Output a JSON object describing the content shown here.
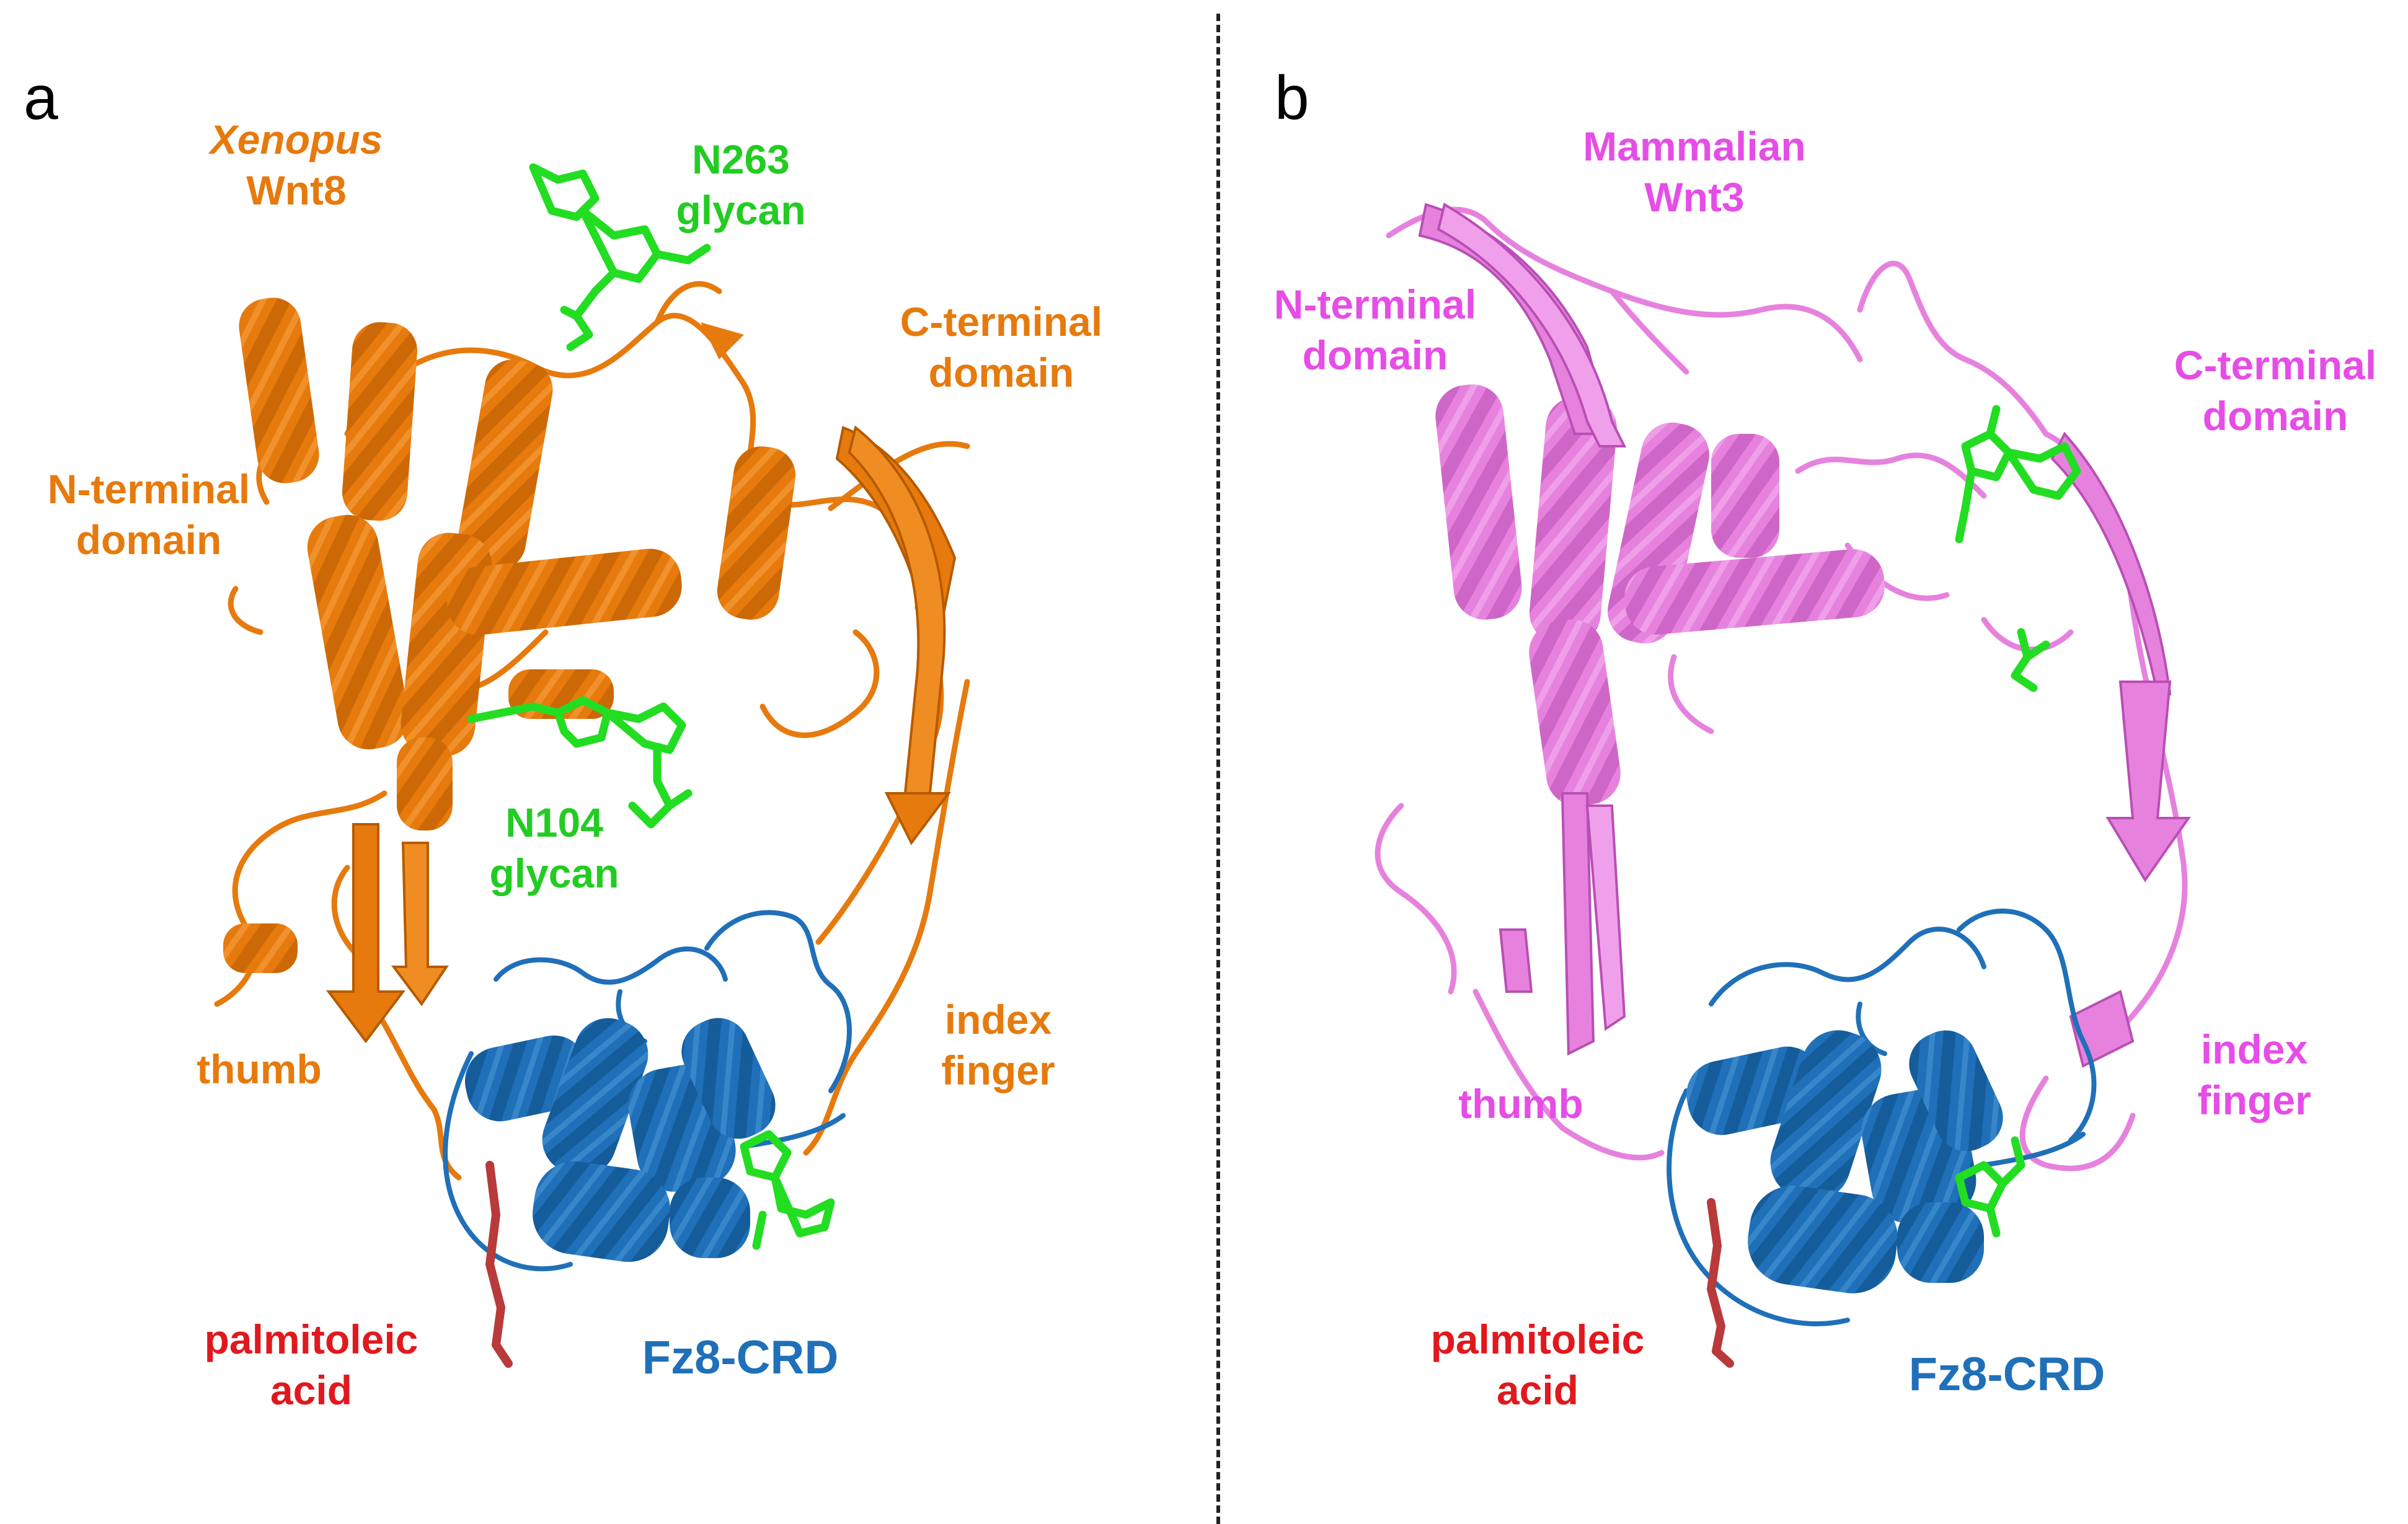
{
  "colors": {
    "wnt8": "#E67A0D",
    "wnt8_dark": "#B65A00",
    "wnt8_light": "#F7A040",
    "wnt3": "#E64DE6",
    "wnt3_fill": "#E682DE",
    "wnt3_dark": "#B94FB4",
    "fz8": "#1F70B8",
    "fz8_dark": "#0F4E86",
    "glycan": "#22DD22",
    "lipid": "#B83A3A",
    "lipid_text": "#E0191E"
  },
  "panel_a": {
    "letter": "a",
    "title_line1": "Xenopus",
    "title_line2": "Wnt8",
    "n_terminal_line1": "N-terminal",
    "n_terminal_line2": "domain",
    "c_terminal_line1": "C-terminal",
    "c_terminal_line2": "domain",
    "glycan_top_line1": "N263",
    "glycan_top_line2": "glycan",
    "glycan_mid_line1": "N104",
    "glycan_mid_line2": "glycan",
    "thumb": "thumb",
    "index_line1": "index",
    "index_line2": "finger",
    "lipid_line1": "palmitoleic",
    "lipid_line2": "acid",
    "receptor": "Fz8-CRD"
  },
  "panel_b": {
    "letter": "b",
    "title_line1": "Mammalian",
    "title_line2": "Wnt3",
    "n_terminal_line1": "N-terminal",
    "n_terminal_line2": "domain",
    "c_terminal_line1": "C-terminal",
    "c_terminal_line2": "domain",
    "thumb": "thumb",
    "index_line1": "index",
    "index_line2": "finger",
    "lipid_line1": "palmitoleic",
    "lipid_line2": "acid",
    "receptor": "Fz8-CRD"
  }
}
